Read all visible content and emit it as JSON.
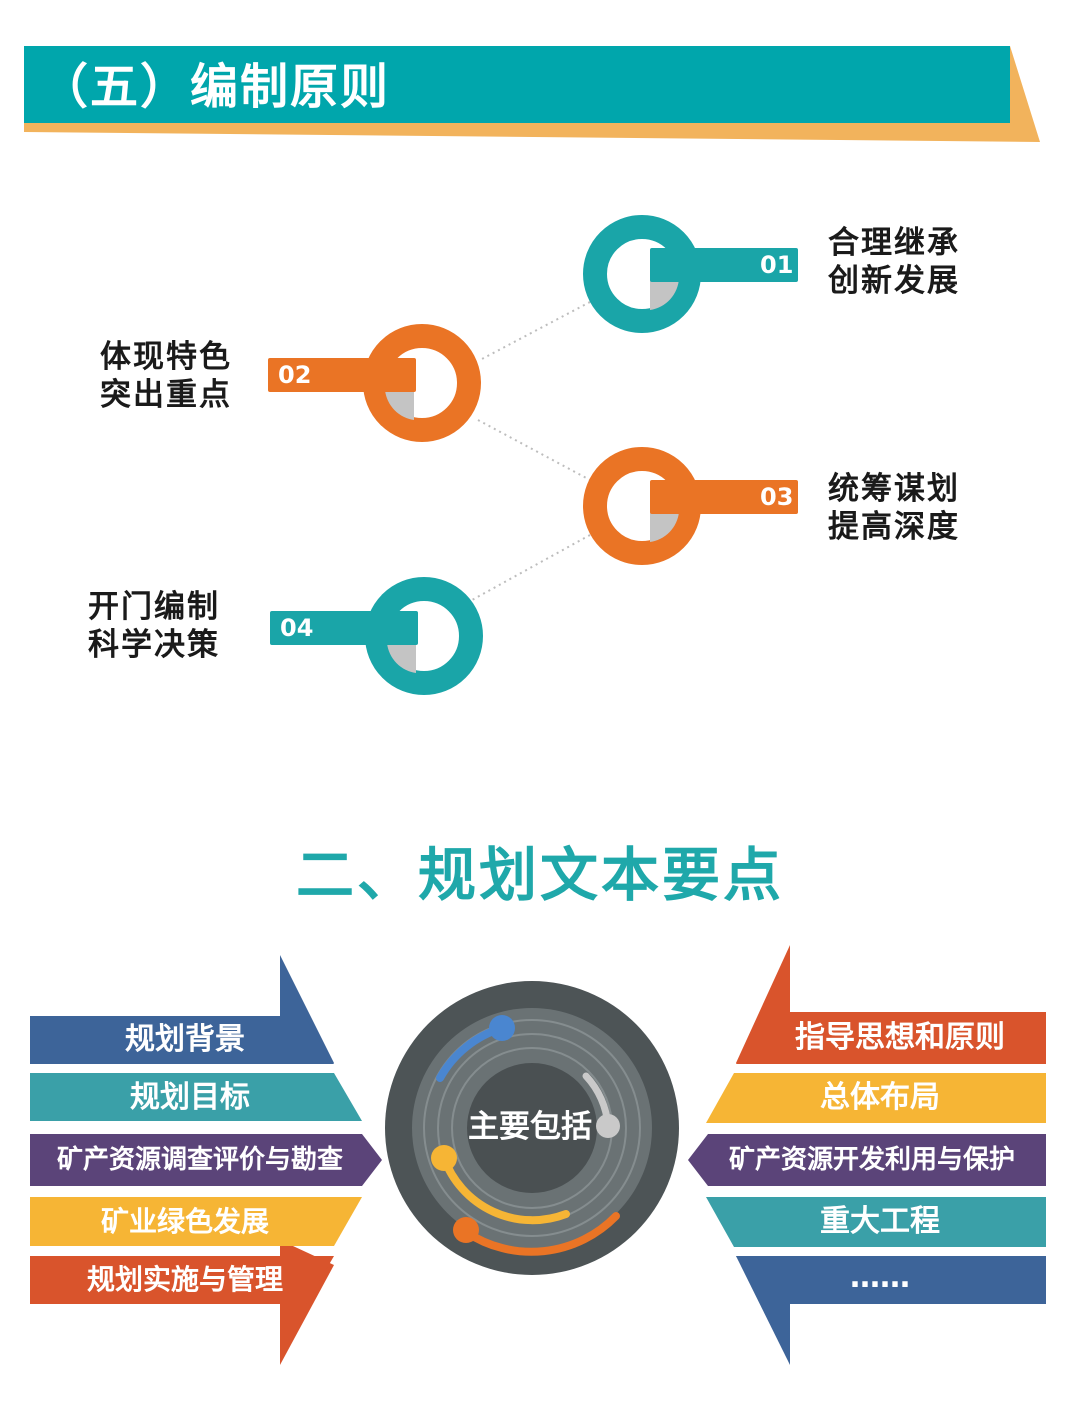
{
  "banner": {
    "title": "（五）编制原则",
    "color": "#00a6ac",
    "accent_color": "#f2b35c"
  },
  "principles": [
    {
      "num": "01",
      "line1": "合理继承",
      "line2": "创新发展",
      "color": "#1aa5a8"
    },
    {
      "num": "02",
      "line1": "体现特色",
      "line2": "突出重点",
      "color": "#ea7425"
    },
    {
      "num": "03",
      "line1": "统筹谋划",
      "line2": "提高深度",
      "color": "#ea7425"
    },
    {
      "num": "04",
      "line1": "开门编制",
      "line2": "科学决策",
      "color": "#1aa5a8"
    }
  ],
  "section": {
    "title": "二、规划文本要点"
  },
  "contents": {
    "center_label": "主要包括",
    "left": [
      {
        "label": "规划背景",
        "color": "#3d6499"
      },
      {
        "label": "规划目标",
        "color": "#3aa0a8"
      },
      {
        "label": "矿产资源调查评价与勘查",
        "color": "#5b4479"
      },
      {
        "label": "矿业绿色发展",
        "color": "#f6b535"
      },
      {
        "label": "规划实施与管理",
        "color": "#d9542c"
      }
    ],
    "right": [
      {
        "label": "指导思想和原则",
        "color": "#d9542c"
      },
      {
        "label": "总体布局",
        "color": "#f6b535"
      },
      {
        "label": "矿产资源开发利用与保护",
        "color": "#5b4479"
      },
      {
        "label": "重大工程",
        "color": "#3aa0a8"
      },
      {
        "label": "……",
        "color": "#3d6499"
      }
    ]
  }
}
